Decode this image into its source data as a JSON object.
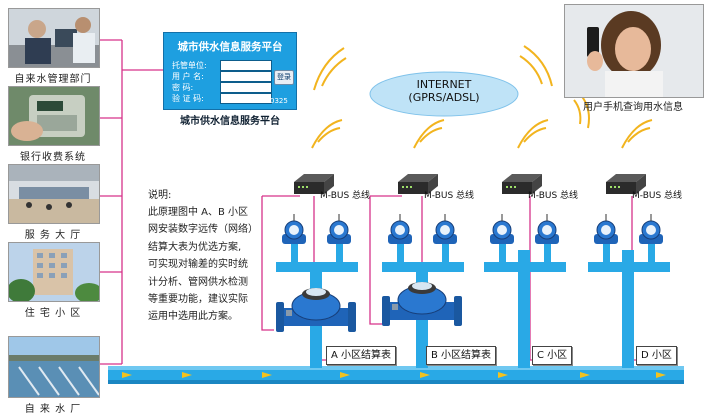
{
  "left_panel": {
    "items": [
      {
        "label": "自来水管理部门"
      },
      {
        "label": "银行收费系统"
      },
      {
        "label": "服 务 大 厅"
      },
      {
        "label": "住 宅 小 区"
      },
      {
        "label": "自 来 水 厂"
      }
    ]
  },
  "platform": {
    "title": "城市供水信息服务平台",
    "fields": [
      "托管单位:",
      "用 户 名:",
      "密    码:",
      "验 证 码:"
    ],
    "login_button": "登录",
    "captcha_code": "0325",
    "caption": "城市供水信息服务平台"
  },
  "internet": {
    "line1": "INTERNET",
    "line2": "(GPRS/ADSL)"
  },
  "phone": {
    "caption": "用户手机查询用水信息"
  },
  "bus_label": "M-BUS 总线",
  "note": {
    "title": "说明:",
    "lines": [
      "此原理图中 A、B 小区",
      "网安装数字远传（网络）",
      "结算大表为优选方案,",
      "可实现对输差的实时统",
      "计分析、管网供水检测",
      "等重要功能，建议实际",
      "运用中选用此方案。"
    ]
  },
  "zones": [
    {
      "label": "A 小区结算表"
    },
    {
      "label": "B 小区结算表"
    },
    {
      "label": "C 小区"
    },
    {
      "label": "D 小区"
    }
  ],
  "colors": {
    "pipe": "#29a9e6",
    "pipe_dark": "#1a86c2",
    "bracket": "#d6338a",
    "platform_bg": "#1e9fe0",
    "cloud": "#bfe3f7",
    "meter": "#1f64b8",
    "signal": "#f2b41e"
  }
}
